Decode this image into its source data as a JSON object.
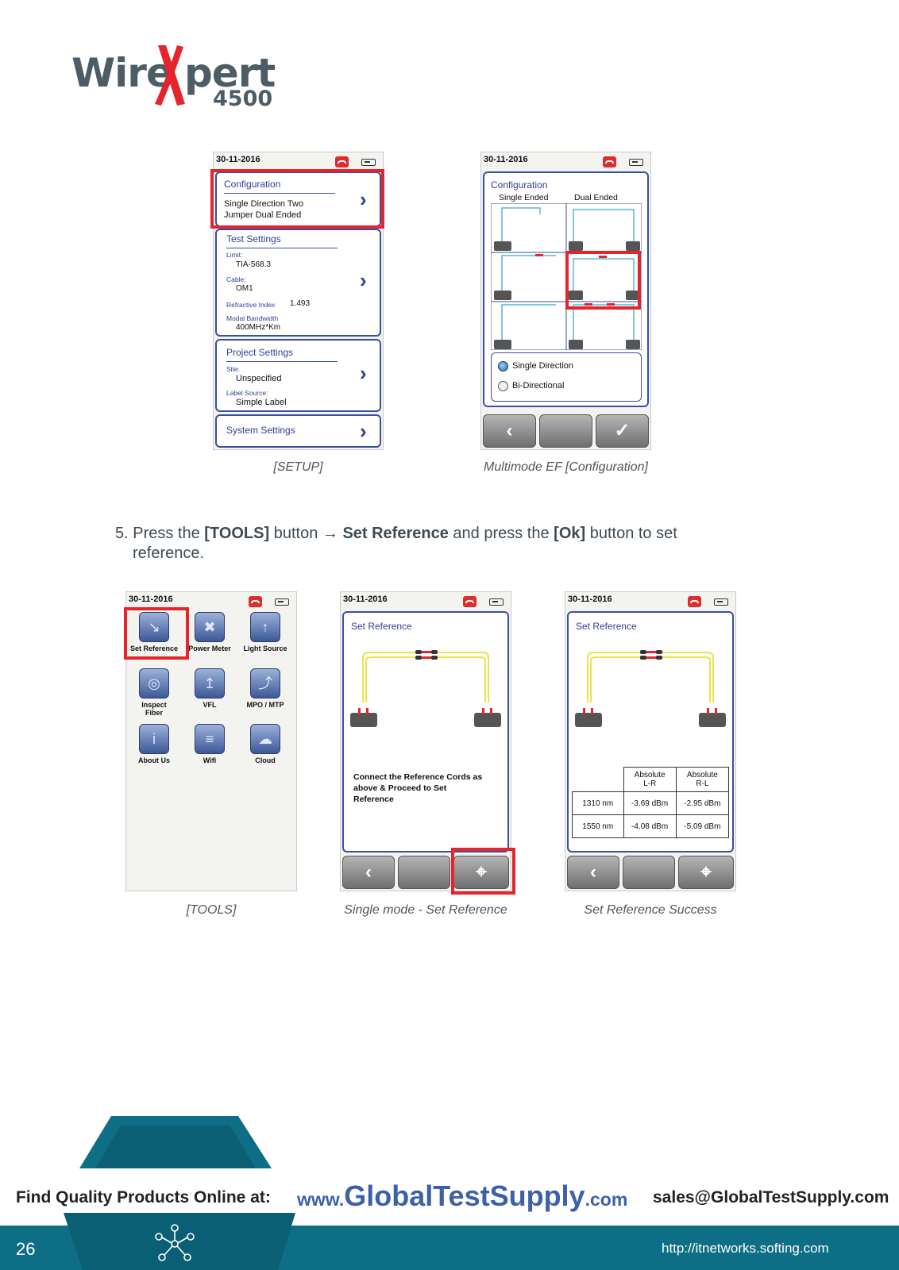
{
  "logo": {
    "word_left": "Wire",
    "word_x": "X",
    "word_right": "pert",
    "model": "4500"
  },
  "status_date": "30-11-2016",
  "setup_screen": {
    "config_title": "Configuration",
    "config_line1": "Single Direction Two",
    "config_line2": "Jumper Dual Ended",
    "test_title": "Test Settings",
    "limit_label": "Limit:",
    "limit_value": "TIA-568.3",
    "cable_label": "Cable:",
    "cable_value": "OM1",
    "ri_label": "Refractive Index",
    "ri_value": "1.493",
    "mb_label": "Modal Bandwidth",
    "mb_value": "400MHz*Km",
    "project_title": "Project Settings",
    "site_label": "Site:",
    "site_value": "Unspecified",
    "label_source_label": "Label Source:",
    "label_source_value": "Simple Label",
    "system_title": "System Settings",
    "caption": "[SETUP]"
  },
  "config_screen": {
    "title": "Configuration",
    "col1": "Single Ended",
    "col2": "Dual Ended",
    "radio1": "Single Direction",
    "radio2": "Bi-Directional",
    "caption": "Multimode EF [Configuration]"
  },
  "step": {
    "number": "5.",
    "t1": "Press the ",
    "b1": "[TOOLS]",
    "t2": " button ",
    "arrow": "→",
    "b2": "Set Reference",
    "t3": " and press the ",
    "b3": "[Ok]",
    "t4": " button to set",
    "line2": "reference."
  },
  "tools_screen": {
    "items": [
      "Set Reference",
      "Power Meter",
      "Light Source",
      "Inspect Fiber",
      "VFL",
      "MPO / MTP",
      "About Us",
      "Wifi",
      "Cloud"
    ],
    "inspect_l1": "Inspect",
    "inspect_l2": "Fiber",
    "caption": "[TOOLS]"
  },
  "setref_screen": {
    "title": "Set Reference",
    "msg1": "Connect the Reference Cords as",
    "msg2": "above & Proceed to Set",
    "msg3": "Reference",
    "caption": "Single mode - Set Reference"
  },
  "success_screen": {
    "title": "Set Reference",
    "h1a": "Absolute",
    "h1b": "L-R",
    "h2a": "Absolute",
    "h2b": "R-L",
    "rows": [
      {
        "wl": "1310 nm",
        "lr": "-3.69 dBm",
        "rl": "-2.95 dBm"
      },
      {
        "wl": "1550 nm",
        "lr": "-4.08 dBm",
        "rl": "-5.09 dBm"
      }
    ],
    "caption": "Set Reference Success"
  },
  "footer": {
    "find_text": "Find Quality Products Online at:",
    "www": "www.",
    "site": "GlobalTestSupply",
    "com": ".com",
    "email": "sales@GlobalTestSupply.com",
    "page_number": "26",
    "url": "http://itnetworks.softing.com"
  },
  "colors": {
    "accent_red": "#e5252b",
    "panel_blue": "#2d3f95",
    "footer_teal": "#0e6e85"
  }
}
